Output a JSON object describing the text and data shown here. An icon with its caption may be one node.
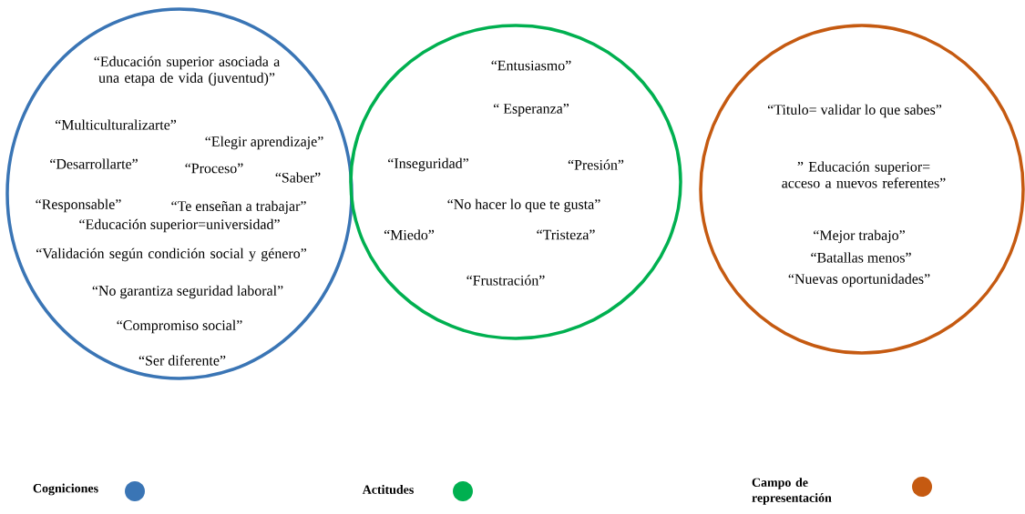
{
  "diagram": {
    "nodes": [
      {
        "text": [
          "“Educación superior asociada a una etapa de vida (juventud)”",
          "“Multiculturalizarte”",
          "“Elegir aprendizaje”",
          "“Desarrollarte”",
          "“Proceso”",
          "“Saber”",
          "“Responsable”",
          "“Te enseñan a trabajar”",
          "“Educación superior=universidad”",
          "“Validación según condición social y género”",
          "“No garantiza seguridad laboral”",
          "“Compromiso social”",
          "“Ser diferente”"
        ]
      },
      {
        "text": [
          "“Entusiasmo”",
          "“ Esperanza”",
          "“Inseguridad”",
          "“Presión”",
          "“No hacer lo que te gusta”",
          "“Miedo”",
          "“Tristeza”",
          "“Frustración”"
        ]
      },
      {
        "text": [
          "“Titulo= validar lo que sabes”",
          "” Educación superior= acceso a nuevos referentes”",
          "“Mejor trabajo”",
          "“Batallas menos”",
          "“Nuevas oportunidades”"
        ]
      }
    ],
    "legend": [
      {
        "text": "Cogniciones",
        "color": "#3a75b5"
      },
      {
        "text": "Actitudes",
        "color": "#00b050"
      },
      {
        "text": "Campo de representación",
        "color": "#c55a11"
      }
    ]
  }
}
